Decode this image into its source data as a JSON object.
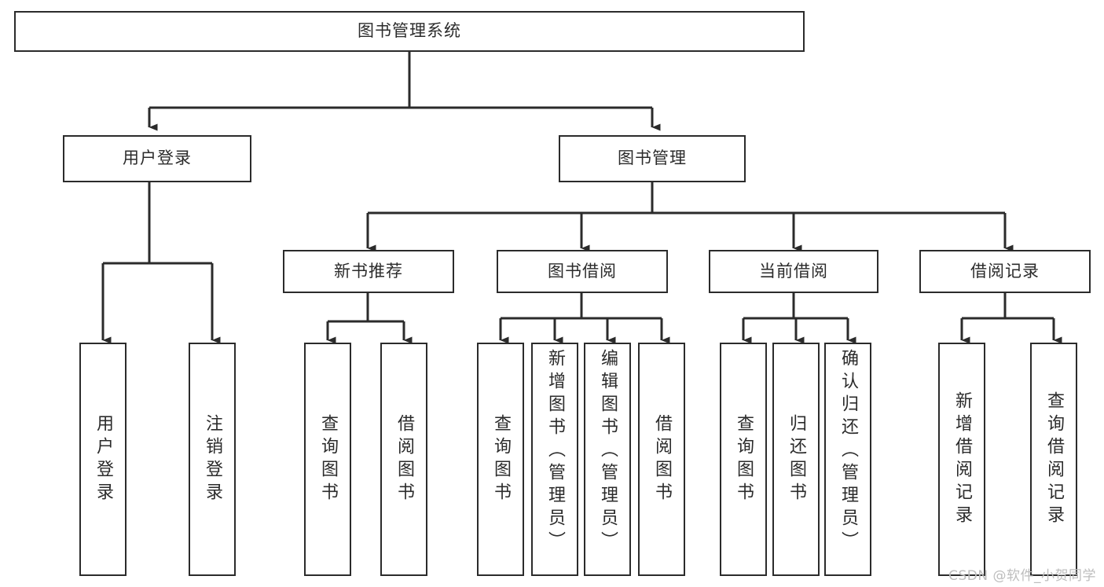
{
  "diagram": {
    "type": "tree-hierarchy",
    "title": "图书管理系统",
    "theme": {
      "background": "#ffffff",
      "line_color": "#2b2b2b",
      "box_fill": "#ffffff",
      "box_border": "#2b2b2b",
      "text_color": "#2b2b2b",
      "watermark_color": "#bdbdbd"
    },
    "root": {
      "label": "图书管理系统",
      "orientation": "horizontal"
    },
    "level2": [
      {
        "label": "用户登录",
        "orientation": "horizontal"
      },
      {
        "label": "图书管理",
        "orientation": "horizontal"
      }
    ],
    "level3": [
      {
        "label": "新书推荐",
        "orientation": "horizontal",
        "parent": "图书管理"
      },
      {
        "label": "图书借阅",
        "orientation": "horizontal",
        "parent": "图书管理"
      },
      {
        "label": "当前借阅",
        "orientation": "horizontal",
        "parent": "图书管理"
      },
      {
        "label": "借阅记录",
        "orientation": "horizontal",
        "parent": "图书管理"
      }
    ],
    "leaves": [
      {
        "label": "用户登录",
        "parent": "用户登录",
        "orientation": "vertical",
        "align": "center"
      },
      {
        "label": "注销登录",
        "parent": "用户登录",
        "orientation": "vertical",
        "align": "center"
      },
      {
        "label": "查询图书",
        "parent": "新书推荐",
        "orientation": "vertical",
        "align": "center"
      },
      {
        "label": "借阅图书",
        "parent": "新书推荐",
        "orientation": "vertical",
        "align": "center"
      },
      {
        "label": "查询图书",
        "parent": "图书借阅",
        "orientation": "vertical",
        "align": "center"
      },
      {
        "label": "新增图书（管理员）",
        "parent": "图书借阅",
        "orientation": "vertical",
        "align": "top"
      },
      {
        "label": "编辑图书（管理员）",
        "parent": "图书借阅",
        "orientation": "vertical",
        "align": "top"
      },
      {
        "label": "借阅图书",
        "parent": "图书借阅",
        "orientation": "vertical",
        "align": "center"
      },
      {
        "label": "查询图书",
        "parent": "当前借阅",
        "orientation": "vertical",
        "align": "center"
      },
      {
        "label": "归还图书",
        "parent": "当前借阅",
        "orientation": "vertical",
        "align": "center"
      },
      {
        "label": "确认归还（管理员）",
        "parent": "当前借阅",
        "orientation": "vertical",
        "align": "top"
      },
      {
        "label": "新增借阅记录",
        "parent": "借阅记录",
        "orientation": "vertical",
        "align": "center"
      },
      {
        "label": "查询借阅记录",
        "parent": "借阅记录",
        "orientation": "vertical",
        "align": "center"
      }
    ],
    "watermark": "CSDN @软件_小贺同学"
  }
}
